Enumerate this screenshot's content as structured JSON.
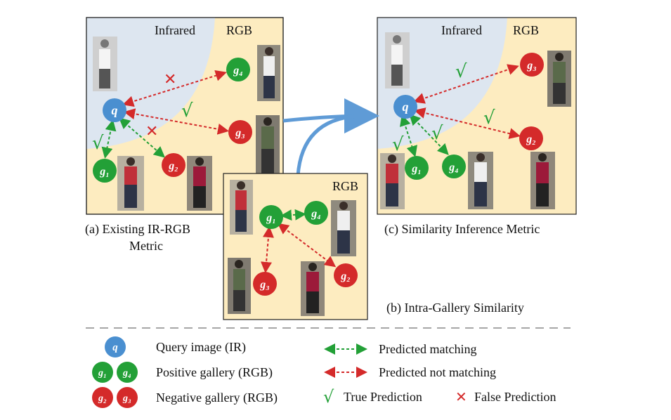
{
  "colors": {
    "panel_bg": "#fdecc0",
    "infrared_bg": "#dde6f0",
    "query": "#4a8fd0",
    "positive": "#23a037",
    "negative": "#d42a2a",
    "arrow_blue": "#5f9bd6"
  },
  "panel_a": {
    "infrared_label": "Infrared",
    "rgb_label": "RGB",
    "caption_line1": "(a) Existing IR-RGB",
    "caption_line2": "Metric"
  },
  "panel_b": {
    "rgb_label": "RGB",
    "caption": "(b) Intra-Gallery Similarity"
  },
  "panel_c": {
    "infrared_label": "Infrared",
    "rgb_label": "RGB",
    "caption": "(c) Similarity Inference Metric"
  },
  "nodes": {
    "q": "q",
    "g1": "g₁",
    "g2": "g₂",
    "g3": "g₃",
    "g4": "g₄"
  },
  "legend": {
    "query": "Query image (IR)",
    "positive": "Positive gallery (RGB)",
    "negative": "Negative gallery (RGB)",
    "predicted_matching": "Predicted matching",
    "predicted_not_matching": "Predicted not matching",
    "true_prediction": "True Prediction",
    "false_prediction": "False Prediction"
  },
  "icons": {
    "check": "√",
    "cross": "✕"
  }
}
